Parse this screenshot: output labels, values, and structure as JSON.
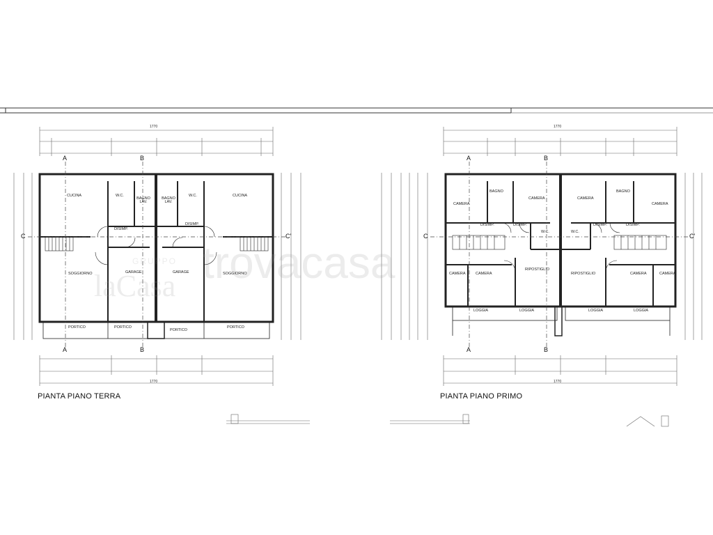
{
  "plans": [
    {
      "title": "PIANTA PIANO TERRA",
      "rooms": [
        "CUCINA",
        "W.C.",
        "BAGNO LAV.",
        "BAGNO LAV.",
        "W.C.",
        "CUCINA",
        "DISIMP.",
        "DISIMP.",
        "SOGGIORNO",
        "GARAGE",
        "GARAGE",
        "SOGGIORNO",
        "PORTICO",
        "PORTICO",
        "PORTICO",
        "PORTICO"
      ]
    },
    {
      "title": "PIANTA PIANO PRIMO",
      "rooms": [
        "CAMERA",
        "BAGNO",
        "CAMERA",
        "CAMERA",
        "BAGNO",
        "CAMERA",
        "DISIMP.",
        "DISIMP.",
        "W.C.",
        "W.C.",
        "DISIMP.",
        "DISIMP.",
        "CAMERA",
        "CAMERA",
        "RIPOSTIGLIO",
        "RIPOSTIGLIO",
        "CAMERA",
        "CAMERA",
        "LOGGIA",
        "LOGGIA",
        "LOGGIA",
        "LOGGIA"
      ]
    }
  ],
  "dimensions": {
    "total": "1770"
  },
  "section_marks": [
    "A",
    "B",
    "C",
    "C'"
  ],
  "watermark": {
    "brand_top": "GRUPPO",
    "brand": "laCasa",
    "site": "trovacasa"
  }
}
